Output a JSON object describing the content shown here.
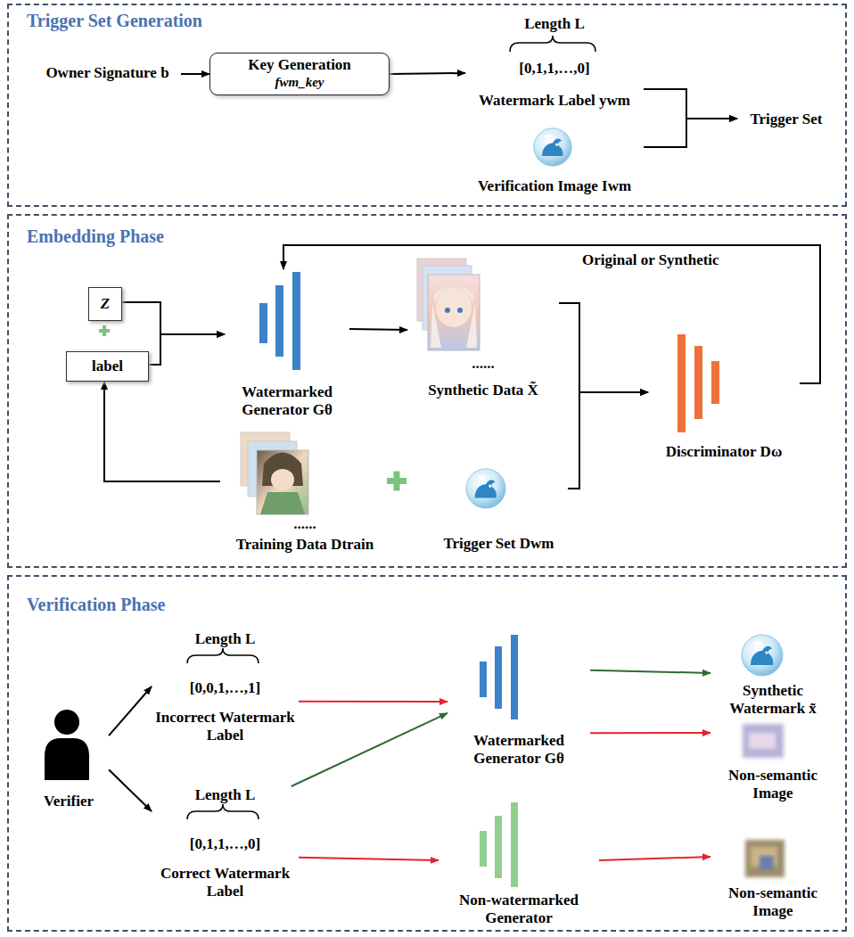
{
  "diagram": {
    "nodes": [
      {
        "text": [
          "Trigger Set Generation"
        ]
      },
      {
        "text": [
          "Owner Signature b"
        ],
        "in": 0
      },
      {
        "text": [
          "Key Generation",
          "fwm_key"
        ],
        "in": 0
      },
      {
        "text": [
          "Length L",
          "[0,1,1,…,0]",
          "Watermark Label ywm"
        ],
        "in": 0
      },
      {
        "text": [
          "Verification Image Iwm"
        ],
        "in": 0
      },
      {
        "text": [
          "Trigger Set"
        ],
        "in": 0
      },
      {
        "text": [
          "Embedding Phase"
        ]
      },
      {
        "text": [
          "Z"
        ],
        "in": 6
      },
      {
        "text": [
          "label"
        ],
        "in": 6
      },
      {
        "text": [
          "Watermarked Generator Gθ"
        ],
        "in": 6
      },
      {
        "text": [
          "......",
          "Synthetic Data X̃"
        ],
        "in": 6
      },
      {
        "text": [
          "Discriminator Dω"
        ],
        "in": 6
      },
      {
        "text": [
          "......",
          "Training Data Dtrain"
        ],
        "in": 6
      },
      {
        "text": [
          "Trigger Set Dwm"
        ],
        "in": 6
      },
      {
        "text": [
          "Verification Phase"
        ]
      },
      {
        "text": [
          "Verifier"
        ],
        "in": 14
      },
      {
        "text": [
          "Length L",
          "[0,0,1,…,1]",
          "Incorrect Watermark Label"
        ],
        "in": 14
      },
      {
        "text": [
          "Length L",
          "[0,1,1,…,0]",
          "Correct Watermark Label"
        ],
        "in": 14
      },
      {
        "text": [
          "Watermarked Generator Gθ"
        ],
        "in": 14
      },
      {
        "text": [
          "Non-watermarked Generator"
        ],
        "in": 14
      },
      {
        "text": [
          "Synthetic Watermark x̃"
        ],
        "in": 14
      },
      {
        "text": [
          "Non-semantic Image"
        ],
        "in": 14
      },
      {
        "text": [
          "Non-semantic Image"
        ],
        "in": 14
      }
    ],
    "edges": [
      {
        "from": 1,
        "to": 2,
        "arrow": "to"
      },
      {
        "from": 2,
        "to": 3,
        "arrow": "to"
      },
      {
        "from": 3,
        "to": 5,
        "arrow": "to"
      },
      {
        "from": 4,
        "to": 5,
        "arrow": "to"
      },
      {
        "from": 7,
        "to": 9,
        "arrow": "to"
      },
      {
        "from": 8,
        "to": 9,
        "arrow": "to"
      },
      {
        "from": 9,
        "to": 10,
        "arrow": "to"
      },
      {
        "from": 10,
        "to": 11,
        "arrow": "to"
      },
      {
        "from": 13,
        "to": 11,
        "arrow": "to"
      },
      {
        "from": 12,
        "to": 8,
        "arrow": "to"
      },
      {
        "from": 11,
        "to": 9,
        "label": "Original or Synthetic",
        "arrow": "to"
      },
      {
        "from": 15,
        "to": 16,
        "arrow": "to"
      },
      {
        "from": 15,
        "to": 17,
        "arrow": "to"
      },
      {
        "from": 16,
        "to": 18,
        "arrow": "to"
      },
      {
        "from": 17,
        "to": 18,
        "arrow": "to"
      },
      {
        "from": 17,
        "to": 19,
        "arrow": "to"
      },
      {
        "from": 18,
        "to": 20,
        "arrow": "to"
      },
      {
        "from": 18,
        "to": 21,
        "arrow": "to"
      },
      {
        "from": 19,
        "to": 22,
        "arrow": "to"
      }
    ]
  }
}
